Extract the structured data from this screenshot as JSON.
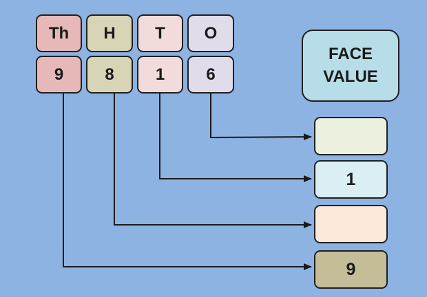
{
  "place_headers": [
    {
      "label": "Th",
      "color": "#e6b9b8"
    },
    {
      "label": "H",
      "color": "#d8d5b7"
    },
    {
      "label": "T",
      "color": "#f2dcdb"
    },
    {
      "label": "O",
      "color": "#e1dcea"
    }
  ],
  "digits": [
    {
      "value": "9",
      "color": "#e6b9b8"
    },
    {
      "value": "8",
      "color": "#d8d5b7"
    },
    {
      "value": "1",
      "color": "#f2dcdb"
    },
    {
      "value": "6",
      "color": "#e1dcea"
    }
  ],
  "face_value_title": {
    "line1": "FACE",
    "line2": "VALUE",
    "color": "#b7dde8"
  },
  "answers": [
    {
      "value": "",
      "color": "#ebf1de"
    },
    {
      "value": "1",
      "color": "#dbeef3"
    },
    {
      "value": "",
      "color": "#fde9d9"
    },
    {
      "value": "9",
      "color": "#c4bd97"
    }
  ],
  "colors": {
    "background": "#8db3e2",
    "connector": "#1a1a1a"
  }
}
